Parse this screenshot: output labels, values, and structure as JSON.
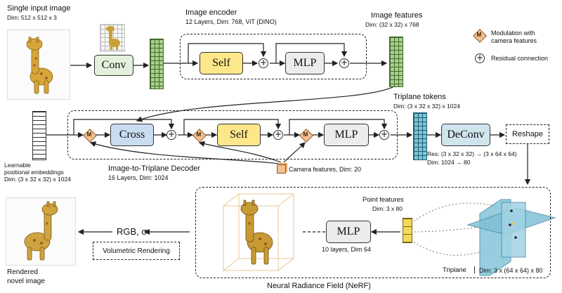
{
  "input": {
    "title": "Single input image",
    "dim": "Dim: 512 x 512 x 3"
  },
  "encoder": {
    "title": "Image encoder",
    "subtitle": "12 Layers, Dim: 768, ViT (DINO)"
  },
  "features": {
    "title": "Image features",
    "dim": "Dim: (32 x 32) x 768"
  },
  "blocks": {
    "conv": "Conv",
    "self": "Self",
    "mlp": "MLP",
    "cross": "Cross",
    "deconv": "DeConv",
    "reshape": "Reshape"
  },
  "legend": {
    "mod_label": "M",
    "mod_text_1": "Modulation with",
    "mod_text_2": "camera features",
    "plus": "+",
    "res_text": "Residual connection"
  },
  "triplane_tokens": {
    "title": "Triplane tokens",
    "dim": "Dim: (3 x 32 x 32) x 1024"
  },
  "pos_emb": {
    "line1": "Learnable",
    "line2": "positional embeddings",
    "line3": "Dim: (3 x 32 x 32) x 1024"
  },
  "decoder": {
    "title": "Image-to-Triplane Decoder",
    "subtitle": "16 Layers, Dim: 1024"
  },
  "camera": {
    "label": "Camera features, Dim: 20"
  },
  "deconv_info": {
    "res": "Res: (3 x 32 x 32) → (3 x 64 x 64)",
    "dim": "Dim: 1024 → 80"
  },
  "point": {
    "title": "Point features",
    "dim": "Dim: 3 x 80"
  },
  "nerf_mlp": {
    "label": "MLP",
    "info": "10 layers, Dim 64"
  },
  "triplane": {
    "label": "Triplane",
    "dim": "Dim: 3 x (64 x 64) x 80"
  },
  "rgb": {
    "label": "RGB, σ"
  },
  "volrender": {
    "label": "Volumetric Rendering"
  },
  "rendered": {
    "line1": "Rendered",
    "line2": "novel image"
  },
  "nerf": {
    "title": "Neural Radiance Field (NeRF)"
  },
  "colors": {
    "self_fill": "#fde78a",
    "cross_fill": "#c9ddf1",
    "mlp_fill": "#ececec",
    "conv_fill": "#e3f1dc",
    "deconv_fill": "#cfe5ee",
    "green_token": "#a9cf8e",
    "blue_token": "#7ec4d6",
    "yellow_token": "#f4d95a",
    "mod_fill": "#f3c08f",
    "plane_fill": "#7fc0d8"
  }
}
